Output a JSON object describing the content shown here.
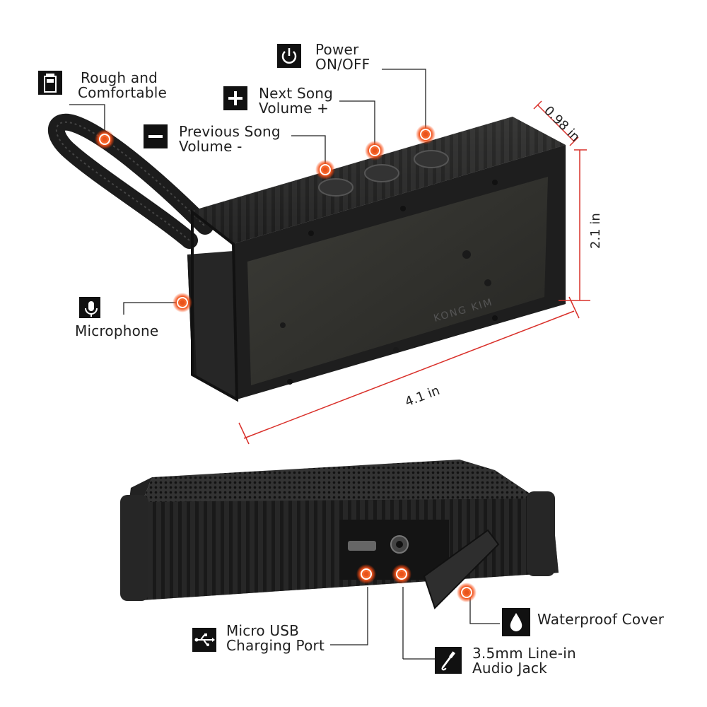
{
  "callouts": {
    "strap": {
      "line1": "Rough and",
      "line2": "Comfortable",
      "icon": "battery-icon"
    },
    "power": {
      "line1": "Power",
      "line2": "ON/OFF",
      "icon": "power-icon"
    },
    "next": {
      "line1": "Next Song",
      "line2": "Volume +",
      "icon": "plus-icon"
    },
    "previous": {
      "line1": "Previous Song",
      "line2": "Volume -",
      "icon": "minus-icon"
    },
    "microphone": {
      "line1": "Microphone",
      "icon": "microphone-icon"
    },
    "usb": {
      "line1": "Micro USB",
      "line2": "Charging Port",
      "icon": "usb-icon"
    },
    "waterproof": {
      "line1": "Waterproof Cover",
      "icon": "water-drop-icon"
    },
    "audio": {
      "line1": "3.5mm Line-in",
      "line2": "Audio Jack",
      "icon": "audio-jack-icon"
    }
  },
  "dimensions": {
    "depth": "0.98 in",
    "height": "2.1 in",
    "width": "4.1 in"
  },
  "product": {
    "brand": "KONG KIM"
  },
  "colors": {
    "marker": "#e8531c",
    "dimension_line": "#d9302a",
    "body": "#2b2b2b"
  }
}
